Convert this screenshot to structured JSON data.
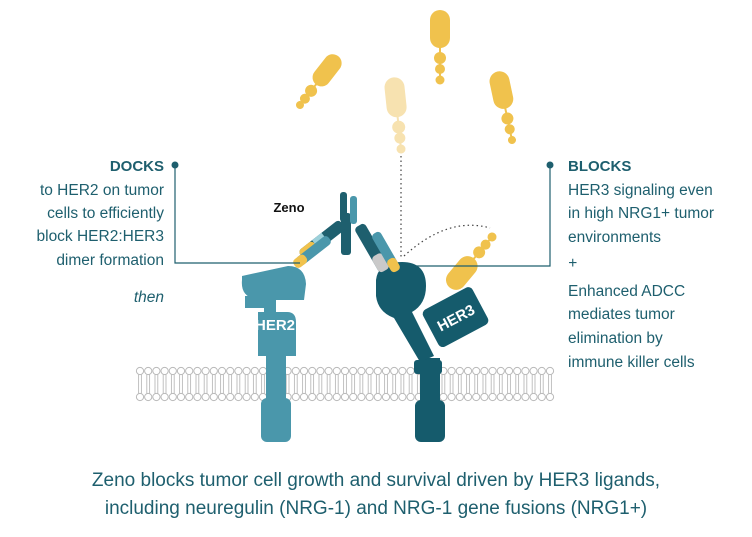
{
  "labels": {
    "zeno": "Zeno",
    "her2": "HER2",
    "her3": "HER3"
  },
  "docks": {
    "title": "DOCKS",
    "lines": [
      "to HER2 on tumor",
      "cells to efficiently",
      "block  HER2:HER3",
      "dimer formation"
    ],
    "then": "then"
  },
  "blocks": {
    "title": "BLOCKS",
    "lines": [
      "HER3 signaling even",
      "in high NRG1+ tumor",
      "environments"
    ],
    "plus": "+",
    "lines2": [
      "Enhanced ADCC",
      "mediates tumor",
      "elimination by",
      "immune killer cells"
    ]
  },
  "caption": [
    "Zeno blocks tumor cell growth and survival driven by HER3 ligands,",
    "including neuregulin (NRG-1) and NRG-1 gene fusions (NRG1+)"
  ],
  "colors": {
    "teal_dark": "#1e5f6e",
    "her2": "#4a97ab",
    "her3": "#155b6c",
    "ligand": "#f0c24d",
    "ligand_faded": "#f7e2b0",
    "membrane": "#b9b9b9"
  }
}
